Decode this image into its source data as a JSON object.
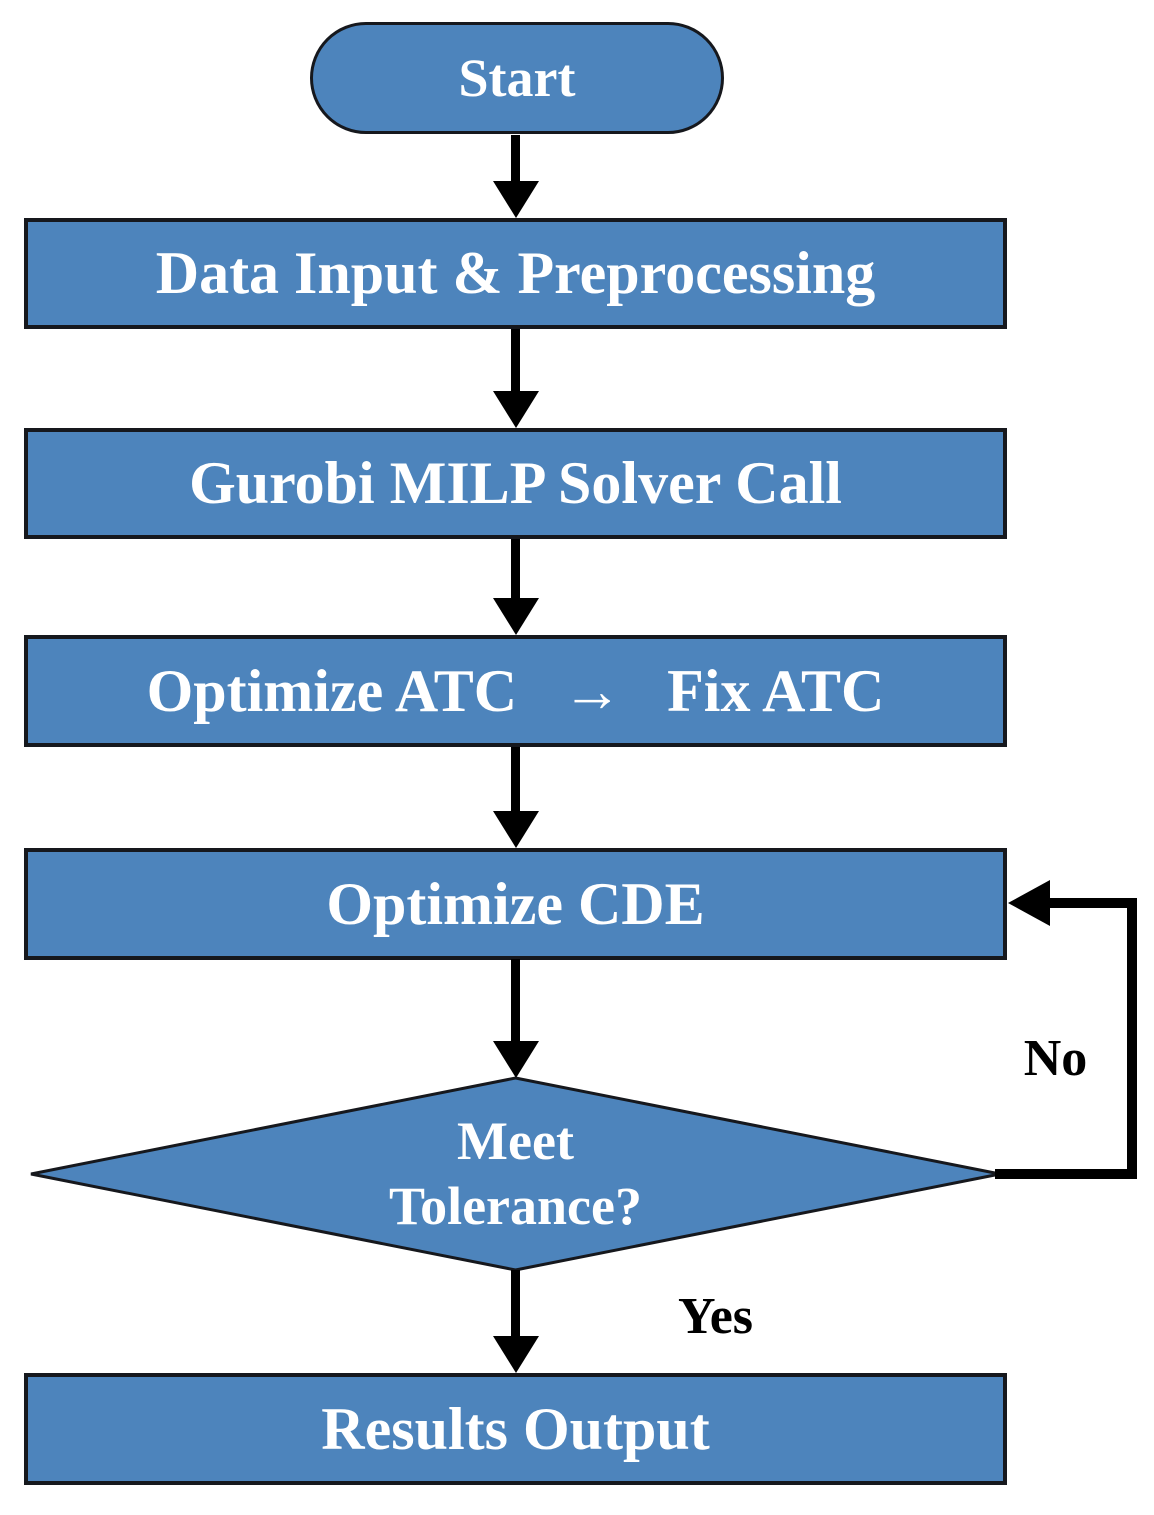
{
  "diagram": {
    "type": "flowchart",
    "nodes": {
      "start": {
        "shape": "terminator",
        "label": "Start"
      },
      "data_input": {
        "shape": "process",
        "label": "Data Input & Preprocessing"
      },
      "solver_call": {
        "shape": "process",
        "label": "Gurobi MILP Solver Call"
      },
      "optimize_atc": {
        "shape": "process",
        "label": "Optimize ATC  →  Fix ATC"
      },
      "optimize_cde": {
        "shape": "process",
        "label": "Optimize CDE"
      },
      "meet_tolerance": {
        "shape": "decision",
        "label_lines": [
          "Meet",
          "Tolerance?"
        ]
      },
      "results_output": {
        "shape": "process",
        "label": "Results Output"
      }
    },
    "edges": [
      {
        "from": "start",
        "to": "data_input",
        "label": ""
      },
      {
        "from": "data_input",
        "to": "solver_call",
        "label": ""
      },
      {
        "from": "solver_call",
        "to": "optimize_atc",
        "label": ""
      },
      {
        "from": "optimize_atc",
        "to": "optimize_cde",
        "label": ""
      },
      {
        "from": "optimize_cde",
        "to": "meet_tolerance",
        "label": ""
      },
      {
        "from": "meet_tolerance",
        "to": "results_output",
        "label": "Yes"
      },
      {
        "from": "meet_tolerance",
        "to": "optimize_cde",
        "label": "No"
      }
    ],
    "colors": {
      "background": "#FFFFFF",
      "node_fill": "#4D84BC",
      "node_border": "#16181D",
      "node_text": "#FFFFFF",
      "arrow": "#000000",
      "edge_label_text": "#000000"
    }
  }
}
